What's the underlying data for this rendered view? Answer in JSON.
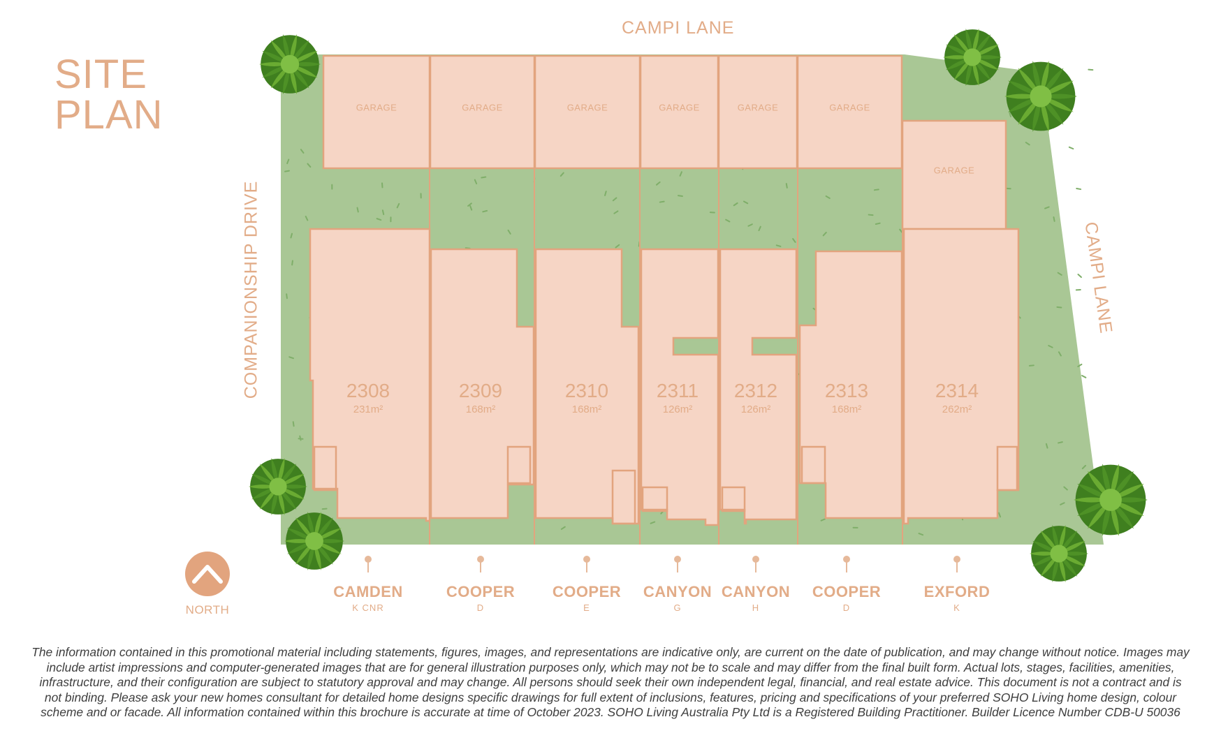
{
  "title": {
    "line1": "SITE",
    "line2": "PLAN"
  },
  "streets": {
    "top": "CAMPI LANE",
    "left": "COMPANIONSHIP DRIVE",
    "right": "CAMPI LANE"
  },
  "garage_label": "GARAGE",
  "lots": [
    {
      "number": "2308",
      "area": "231m²",
      "design": "CAMDEN",
      "variant": "K CNR"
    },
    {
      "number": "2309",
      "area": "168m²",
      "design": "COOPER",
      "variant": "D"
    },
    {
      "number": "2310",
      "area": "168m²",
      "design": "COOPER",
      "variant": "E"
    },
    {
      "number": "2311",
      "area": "126m²",
      "design": "CANYON",
      "variant": "G"
    },
    {
      "number": "2312",
      "area": "126m²",
      "design": "CANYON",
      "variant": "H"
    },
    {
      "number": "2313",
      "area": "168m²",
      "design": "COOPER",
      "variant": "D"
    },
    {
      "number": "2314",
      "area": "262m²",
      "design": "EXFORD",
      "variant": "K"
    }
  ],
  "north": {
    "label": "NORTH"
  },
  "disclaimer": "The information contained in this promotional material including statements, figures, images, and representations are indicative only, are current on the date of publication, and may change without notice. Images may include artist impressions and computer-generated images that are for general illustration purposes only, which may not be to scale and may differ from the final built form. Actual lots, stages, facilities, amenities, infrastructure, and their configuration are subject to statutory approval and may change. All persons should seek their own independent legal, financial, and real estate advice. This document is not a contract and is not binding. Please ask your new homes consultant for detailed home designs specific drawings for full extent of inclusions, features, pricing and specifications of your preferred SOHO Living home design, colour scheme and or facade. All information contained within this brochure is accurate at time of October 2023. SOHO Living Australia Pty Ltd is a Registered Building Practitioner. Builder Licence Number CDB-U 50036",
  "colors": {
    "lawn": "#a9c795",
    "building": "#f6d5c5",
    "outline": "#e2a47e",
    "text": "#e2ac88",
    "tree": "#5c9e2c"
  }
}
